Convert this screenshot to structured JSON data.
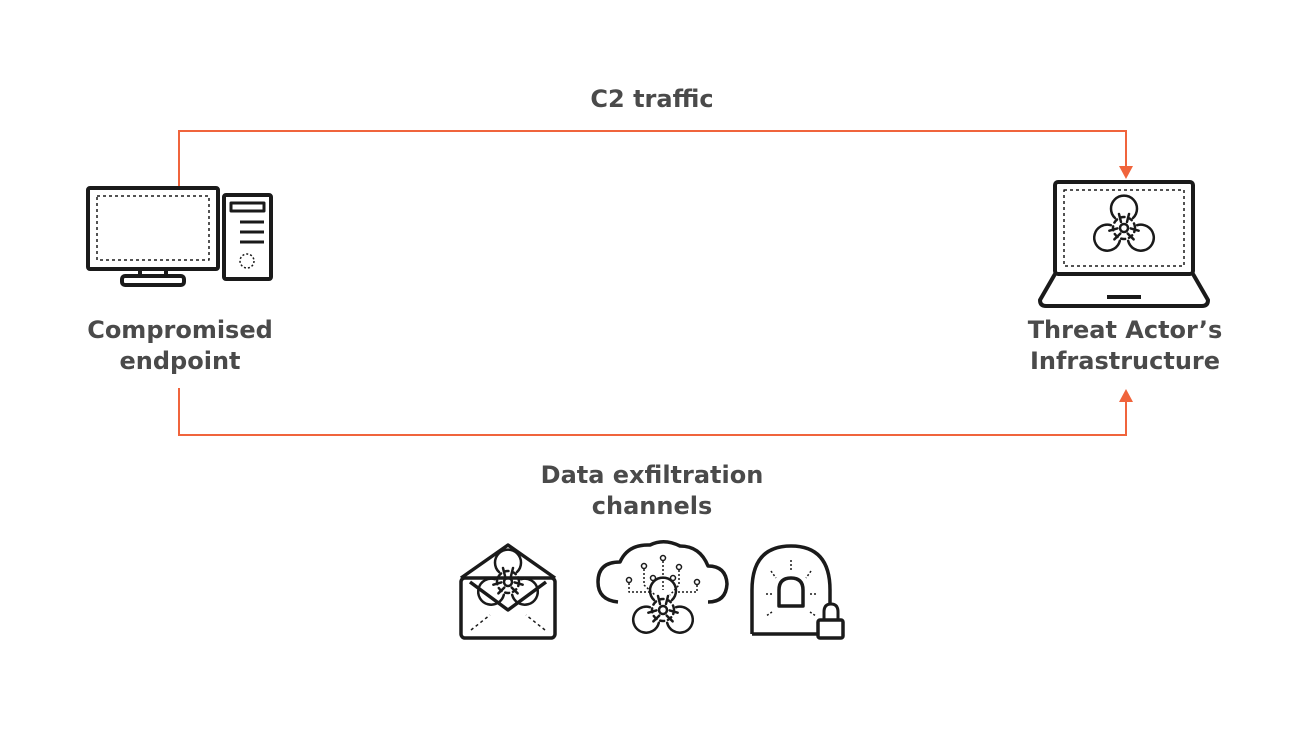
{
  "colors": {
    "arrow": "#f0643c",
    "icon": "#1a1a1a",
    "text": "#4a4a4a"
  },
  "labels": {
    "c2_traffic": "C2 traffic",
    "endpoint_line1": "Compromised",
    "endpoint_line2": "endpoint",
    "threat_line1": "Threat Actor’s",
    "threat_line2": "Infrastructure",
    "exfil_line1": "Data exfiltration",
    "exfil_line2": "channels"
  },
  "icons": [
    "desktop-computer-icon",
    "laptop-biohazard-icon",
    "envelope-biohazard-icon",
    "cloud-biohazard-icon",
    "alarm-lock-icon"
  ]
}
